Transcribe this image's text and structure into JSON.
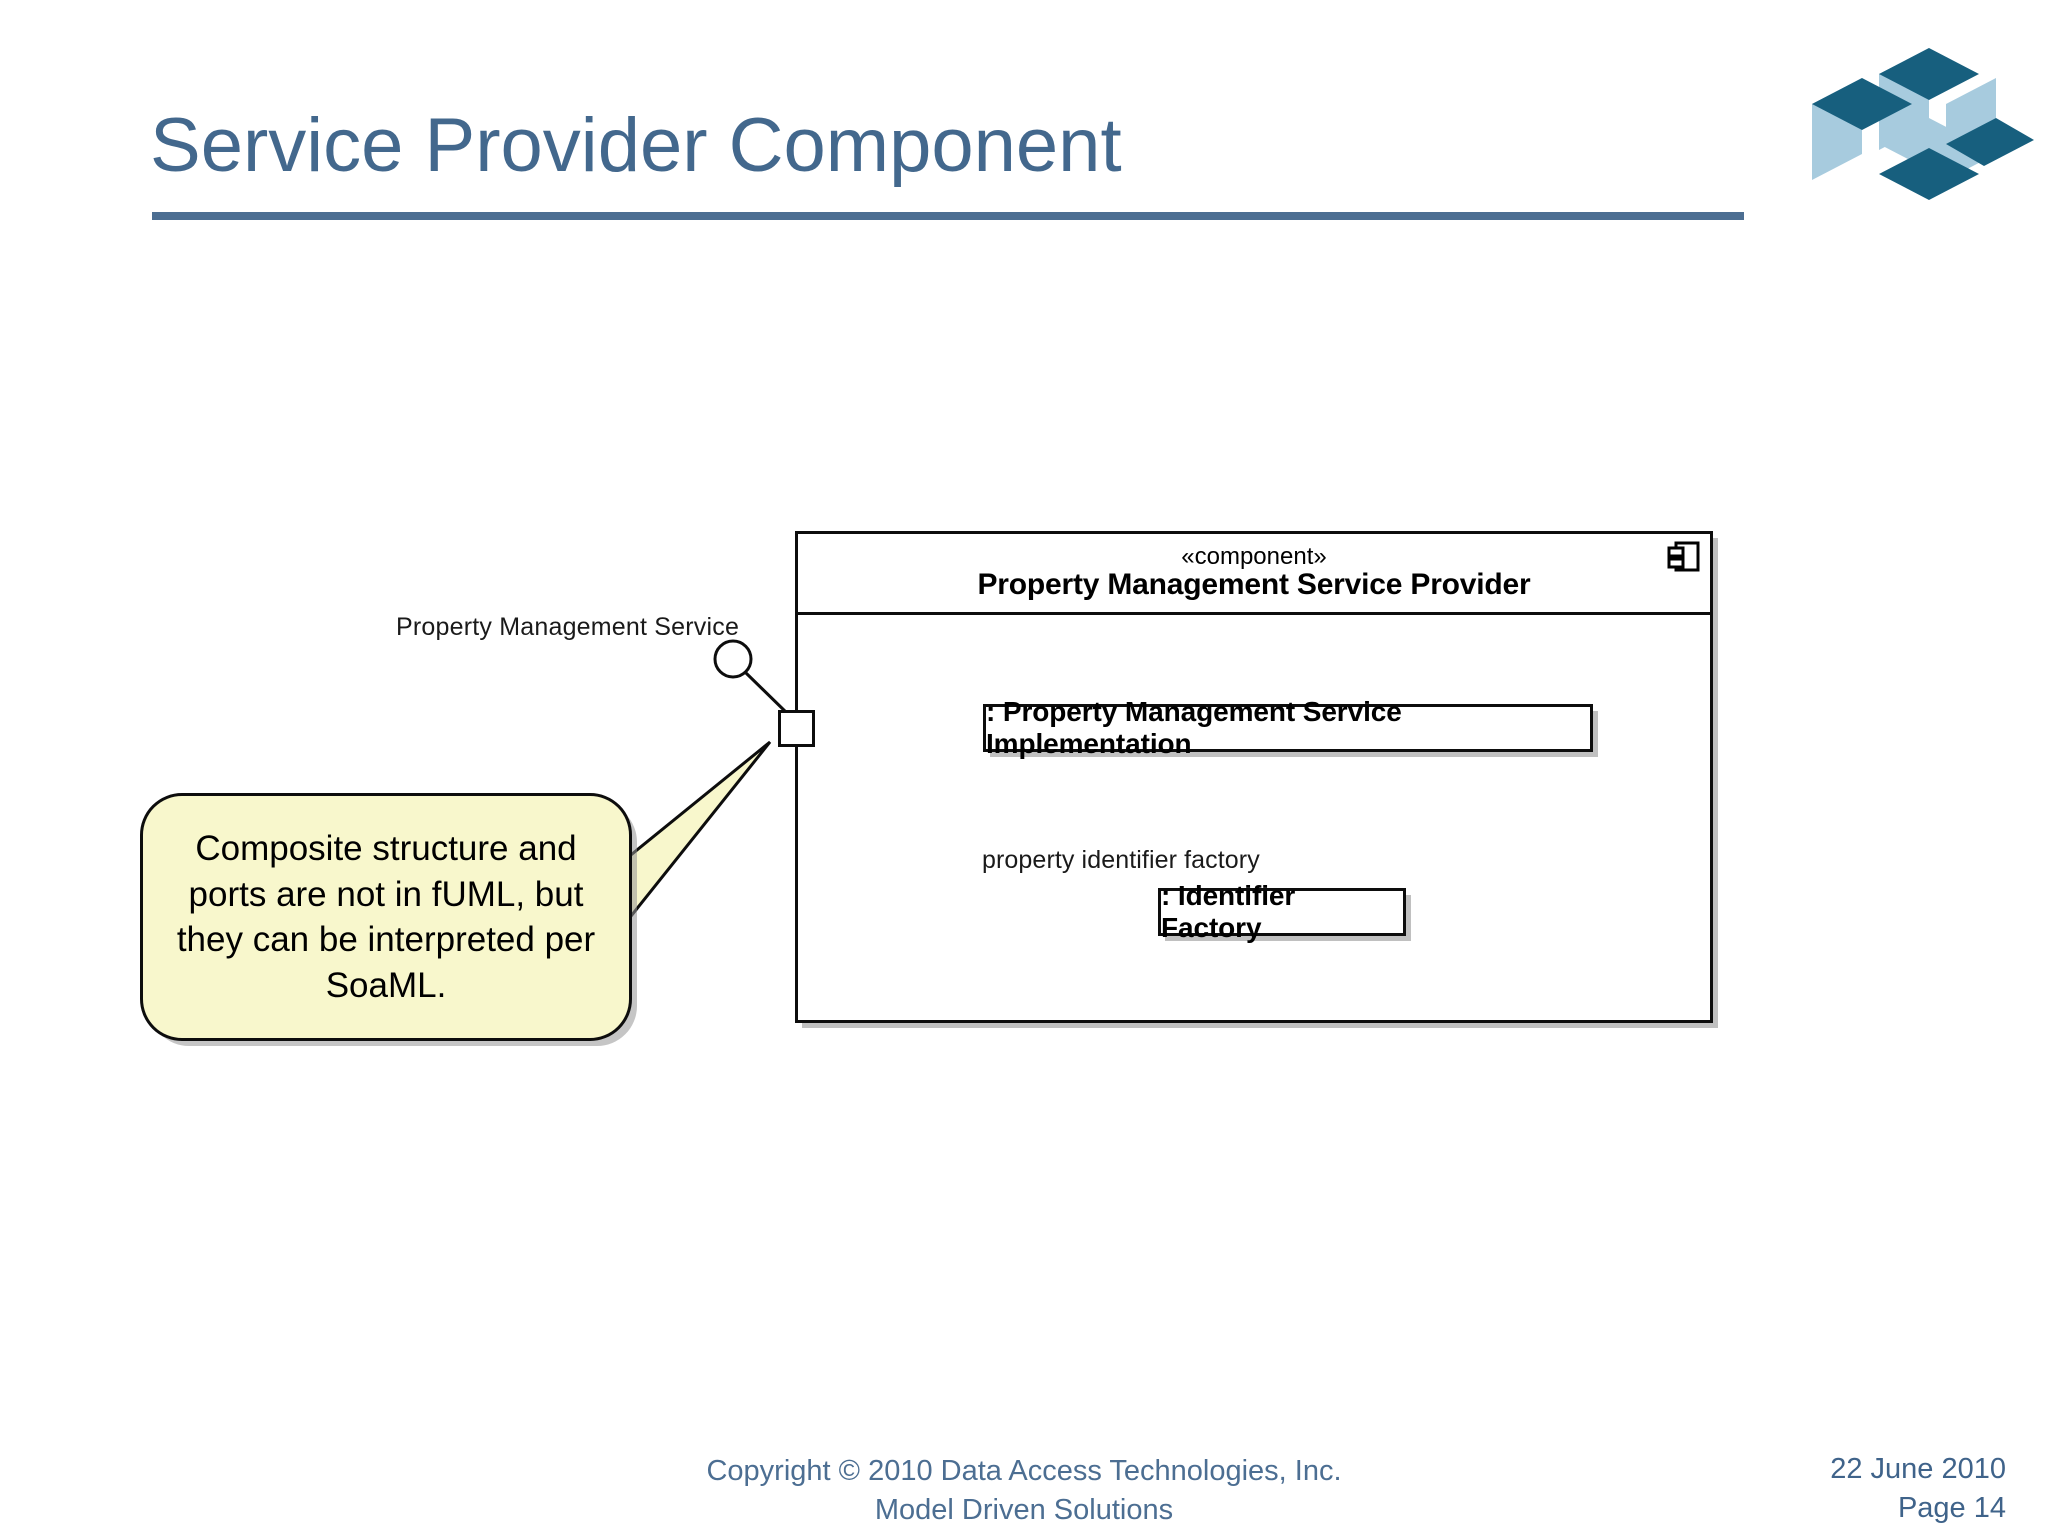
{
  "slide": {
    "title": "Service Provider Component",
    "title_color": "#43688D",
    "rule_color": "#4C6E92",
    "background": "#FFFFFF"
  },
  "logo": {
    "name": "model-driven-solutions-logo",
    "dark_color": "#175F7E",
    "light_color": "#A7CBDE"
  },
  "diagram": {
    "type": "uml-composite-structure",
    "component": {
      "stereotype": "«component»",
      "name": "Property Management Service Provider",
      "icon_name": "uml-component-icon",
      "parts": [
        {
          "id": "impl",
          "label": ": Property Management Service Implementation"
        },
        {
          "id": "factory",
          "label": ": Identifier Factory"
        }
      ],
      "role_labels": [
        {
          "id": "property-identifier-factory",
          "label": "property identifier factory"
        }
      ],
      "port": {
        "name": "service-port",
        "shape": "square"
      }
    },
    "provided_interface": {
      "label": "Property Management Service",
      "notation": "lollipop"
    }
  },
  "callout": {
    "text": "Composite structure and ports are not in fUML, but they can be interpreted per SoaML.",
    "fill": "#F8F7CC",
    "border": "#0D0D0D"
  },
  "footer": {
    "copyright_line1": "Copyright © 2010 Data Access Technologies, Inc.",
    "copyright_line2": "Model Driven Solutions",
    "date": "22 June 2010",
    "page": "Page 14",
    "color": "#4C6E92"
  }
}
